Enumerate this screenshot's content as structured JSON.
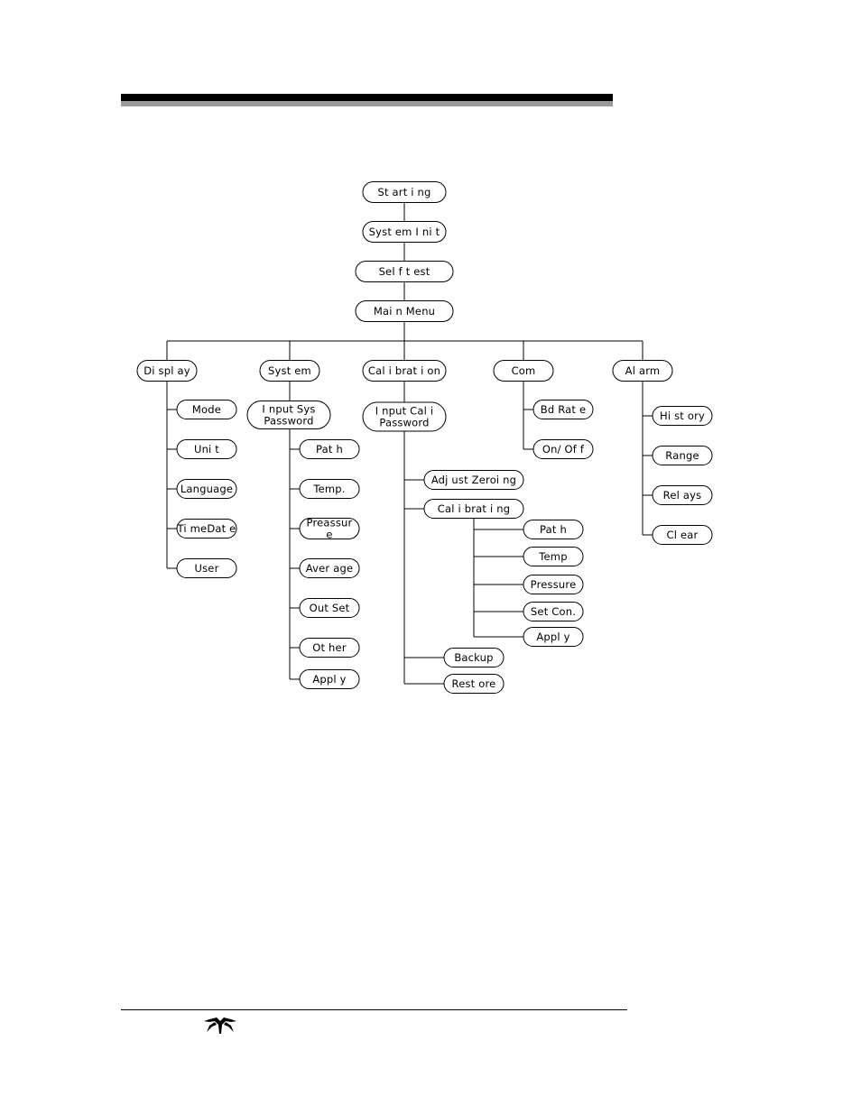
{
  "diagram": {
    "nodes": [
      {
        "id": "starting",
        "lines": [
          "St art i ng"
        ]
      },
      {
        "id": "system-init",
        "lines": [
          "Syst em I ni t"
        ]
      },
      {
        "id": "self-test",
        "lines": [
          "Sel f t est"
        ]
      },
      {
        "id": "main-menu",
        "lines": [
          "Mai n   Menu"
        ]
      },
      {
        "id": "display",
        "lines": [
          "Di spl ay"
        ]
      },
      {
        "id": "system",
        "lines": [
          "Syst em"
        ]
      },
      {
        "id": "calibration",
        "lines": [
          "Cal i brat i on"
        ]
      },
      {
        "id": "com",
        "lines": [
          "Com"
        ]
      },
      {
        "id": "alarm",
        "lines": [
          "Al arm"
        ]
      },
      {
        "id": "display-mode",
        "lines": [
          "Mode"
        ]
      },
      {
        "id": "display-unit",
        "lines": [
          "Uni t"
        ]
      },
      {
        "id": "display-language",
        "lines": [
          "Language"
        ]
      },
      {
        "id": "display-timedate",
        "lines": [
          "Ti meDat e"
        ]
      },
      {
        "id": "display-user",
        "lines": [
          "User"
        ]
      },
      {
        "id": "system-password",
        "lines": [
          "I nput  Sys",
          "Password"
        ]
      },
      {
        "id": "system-path",
        "lines": [
          "Pat h"
        ]
      },
      {
        "id": "system-temp",
        "lines": [
          "Temp."
        ]
      },
      {
        "id": "system-pressure",
        "lines": [
          "Preassur",
          "e"
        ]
      },
      {
        "id": "system-average",
        "lines": [
          "Aver age"
        ]
      },
      {
        "id": "system-outset",
        "lines": [
          "Out Set"
        ]
      },
      {
        "id": "system-other",
        "lines": [
          "Ot her"
        ]
      },
      {
        "id": "system-apply",
        "lines": [
          "Appl y"
        ]
      },
      {
        "id": "cal-password",
        "lines": [
          "I nput  Cal i",
          "Password"
        ]
      },
      {
        "id": "cal-adjust-zeroing",
        "lines": [
          "Adj ust  Zeroi ng"
        ]
      },
      {
        "id": "cal-calibrating",
        "lines": [
          "Cal i brat i ng"
        ]
      },
      {
        "id": "cal-path",
        "lines": [
          "Pat h"
        ]
      },
      {
        "id": "cal-temp",
        "lines": [
          "Temp"
        ]
      },
      {
        "id": "cal-pressure",
        "lines": [
          "Pressure"
        ]
      },
      {
        "id": "cal-set-con",
        "lines": [
          "Set  Con."
        ]
      },
      {
        "id": "cal-apply",
        "lines": [
          "Appl y"
        ]
      },
      {
        "id": "cal-backup",
        "lines": [
          "Backup"
        ]
      },
      {
        "id": "cal-restore",
        "lines": [
          "Rest ore"
        ]
      },
      {
        "id": "com-bd-rate",
        "lines": [
          "Bd Rat e"
        ]
      },
      {
        "id": "com-on-off",
        "lines": [
          "On/ Of f"
        ]
      },
      {
        "id": "alarm-history",
        "lines": [
          "Hi st ory"
        ]
      },
      {
        "id": "alarm-range",
        "lines": [
          "Range"
        ]
      },
      {
        "id": "alarm-relays",
        "lines": [
          "Rel ays"
        ]
      },
      {
        "id": "alarm-clear",
        "lines": [
          "Cl ear"
        ]
      }
    ]
  },
  "colors": {
    "ink": "#000000",
    "rule_gray": "#9a9a9a"
  },
  "footer": {
    "logo_icon": "teledyne-logo-icon"
  }
}
